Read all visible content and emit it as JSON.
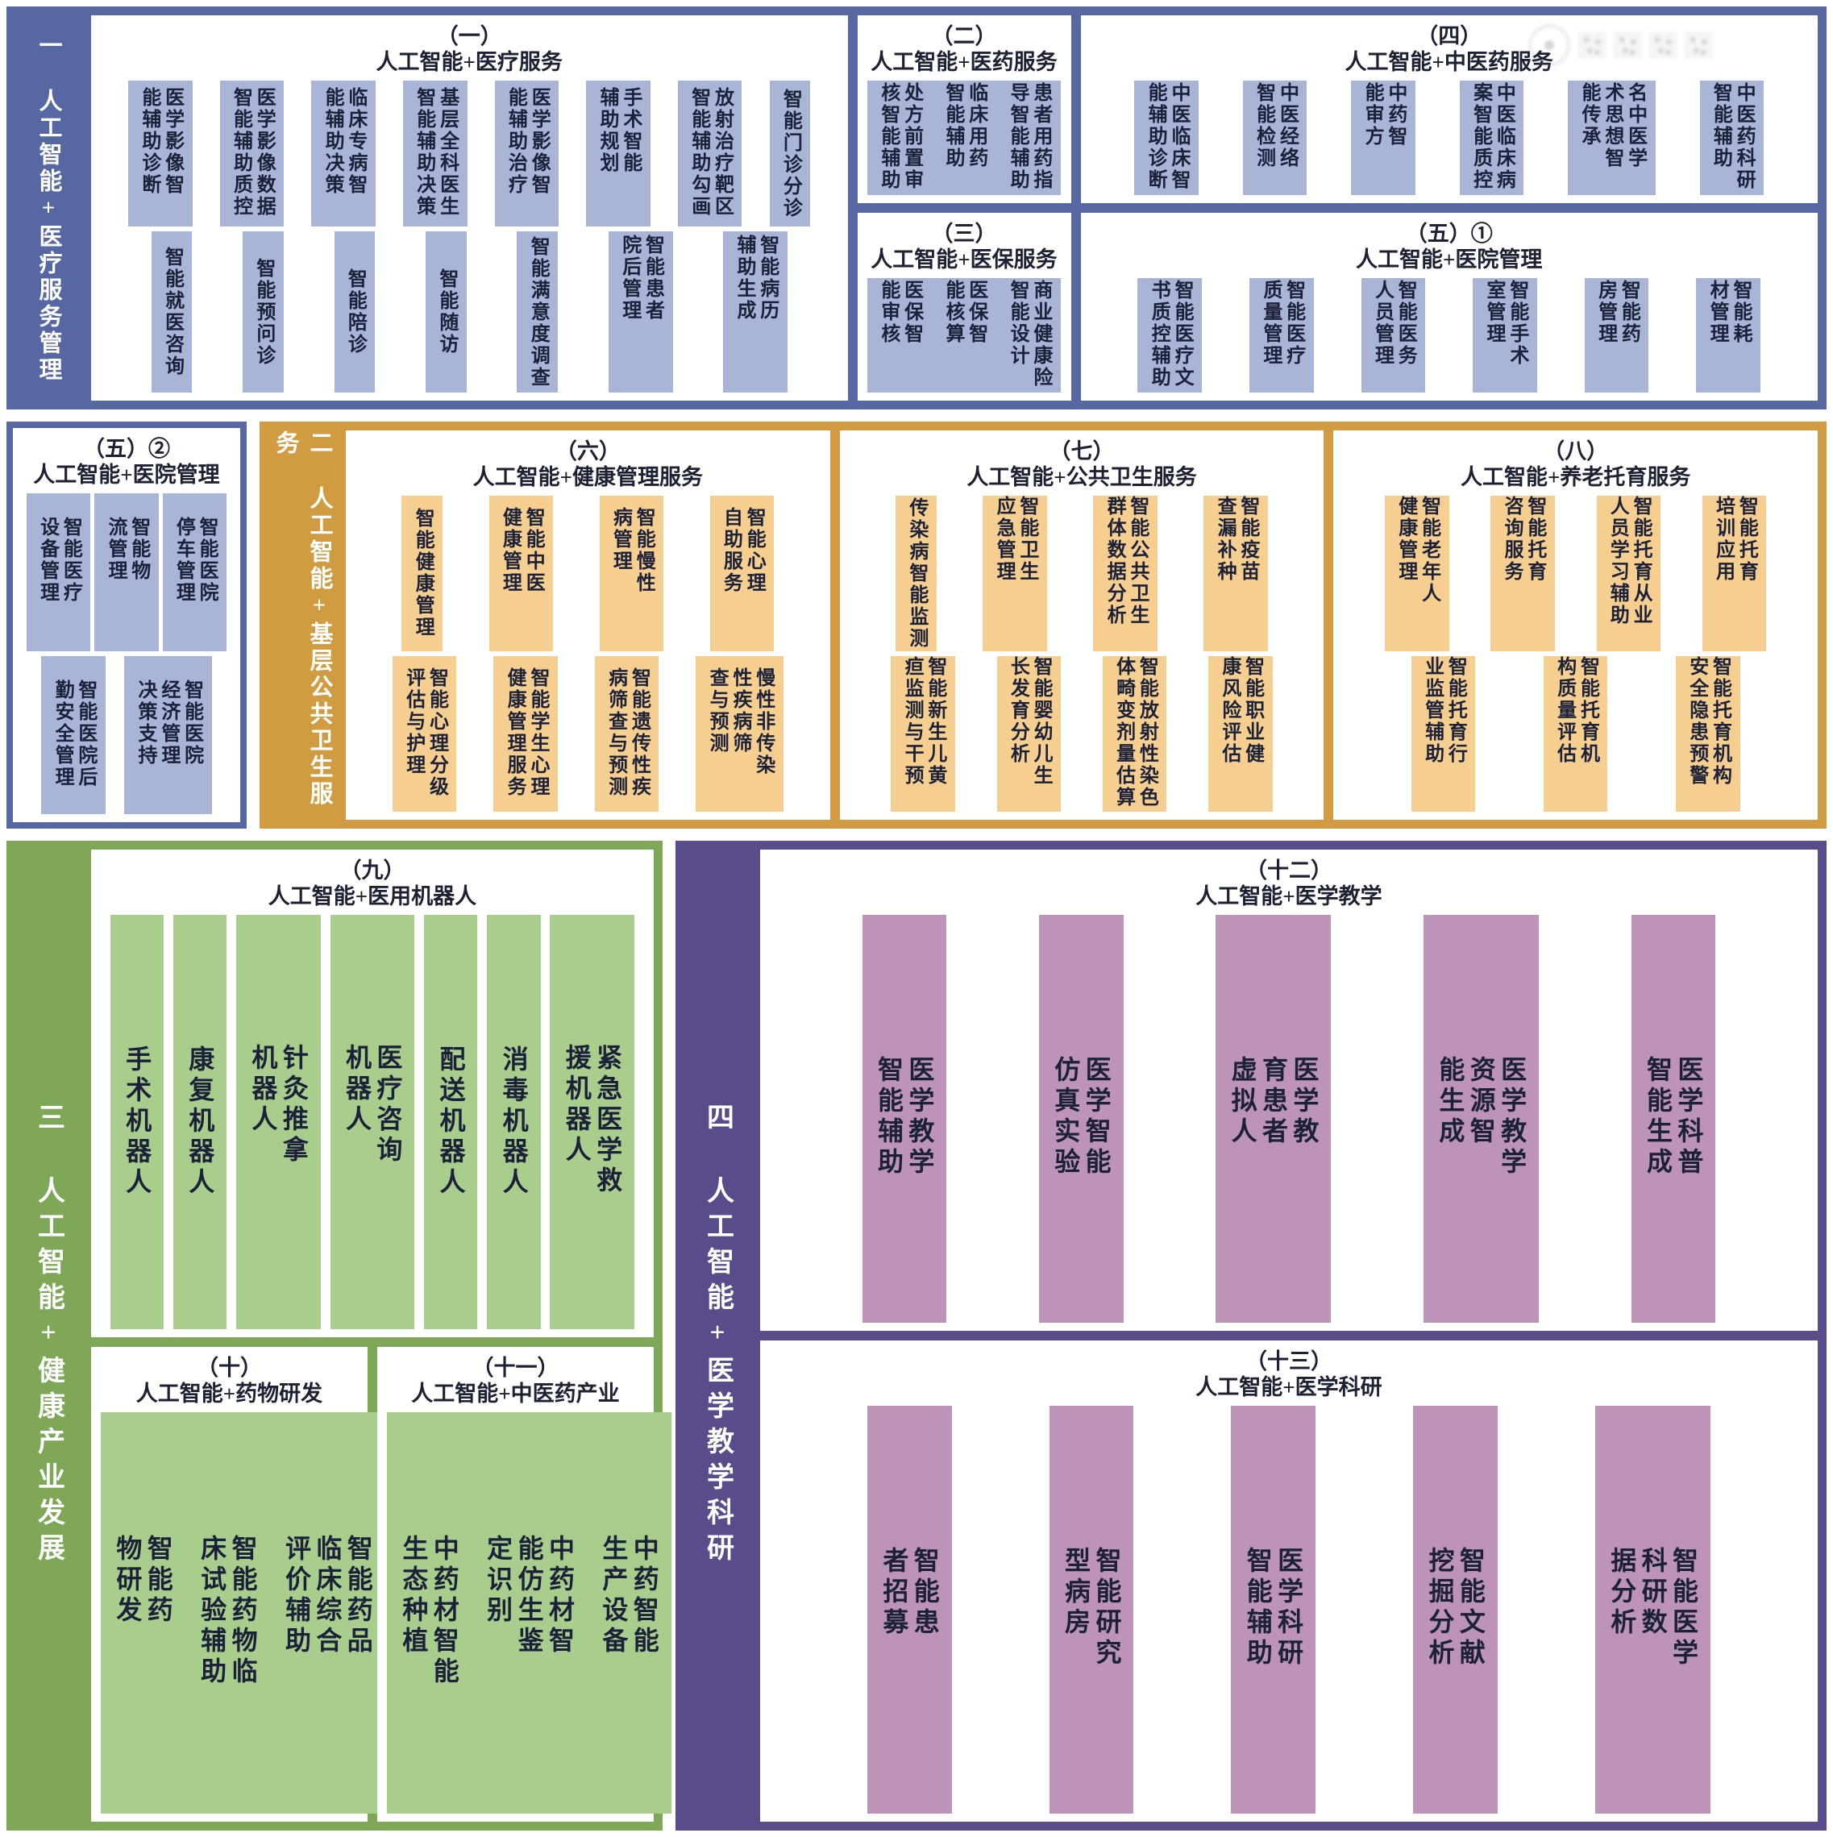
{
  "colors": {
    "section_blue": "#5767a3",
    "item_blue": "#a9b5d6",
    "section_orange": "#d19c41",
    "item_orange": "#f6cf90",
    "section_green": "#7ea857",
    "item_green": "#a9cd8d",
    "section_purple": "#5a4b8b",
    "item_purple": "#bd93b7",
    "panel_background": "#ffffff",
    "text_dark": "#1c2233"
  },
  "watermark": {
    "description": "faint gray circular seal watermark (illegible)"
  },
  "s1": {
    "label": "一 人工智能+医疗服务管理",
    "p1": {
      "num": "（一）",
      "title": "人工智能+医疗服务",
      "r1": [
        "医学影像智能辅助诊断",
        "医学影像数据智能辅助质控",
        "临床专病智能辅助决策",
        "基层全科医生智能辅助决策",
        "医学影像智能辅助治疗",
        "手术智能辅助规划",
        "放射治疗靶区智能辅助勾画",
        "智能门诊分诊"
      ],
      "r2": [
        "智能就医咨询",
        "智能预问诊",
        "智能陪诊",
        "智能随访",
        "智能满意度调查",
        "智能患者院后管理",
        "智能病历辅助生成"
      ]
    },
    "p2": {
      "num": "（二）",
      "title": "人工智能+医药服务",
      "r1": [
        "处方前置审核智能辅助",
        "临床用药智能辅助",
        "患者用药指导智能辅助"
      ]
    },
    "p3": {
      "num": "（三）",
      "title": "人工智能+医保服务",
      "r1": [
        "医保智能审核",
        "医保智能核算",
        "商业健康险智能设计"
      ]
    },
    "p4": {
      "num": "（四）",
      "title": "人工智能+中医药服务",
      "r1": [
        "中医临床智能辅助诊断",
        "中医经络智能检测",
        "中药智能审方",
        "中医临床病案智能质控",
        "名中医学术思想智能传承",
        "中医药科研智能辅助"
      ]
    },
    "p5": {
      "num": "（五）①",
      "title": "人工智能+医院管理",
      "r1": [
        "智能医疗文书质控辅助",
        "智能医疗质量管理",
        "智能医务人员管理",
        "智能手术室管理",
        "智能药房管理",
        "智能耗材管理"
      ]
    }
  },
  "s2": {
    "p1": {
      "num": "（五）②",
      "title": "人工智能+医院管理",
      "r1": [
        "智能医疗设备管理",
        "智能物流管理",
        "智能医院停车管理"
      ],
      "r2": [
        "智能医院后勤安全管理",
        "智能医院经济管理决策支持"
      ]
    }
  },
  "s3": {
    "label": "二 人工智能+基层公共卫生服务",
    "p6": {
      "num": "（六）",
      "title": "人工智能+健康管理服务",
      "r1": [
        "智能健康管理",
        "智能中医健康管理",
        "智能慢性病管理",
        "智能心理自助服务"
      ],
      "r2": [
        "智能心理分级评估与护理",
        "智能学生心理健康管理服务",
        "智能遗传性疾病筛查与预测",
        "慢性非传染性疾病筛查与预测"
      ]
    },
    "p7": {
      "num": "（七）",
      "title": "人工智能+公共卫生服务",
      "r1": [
        "传染病智能监测",
        "智能卫生应急管理",
        "智能公共卫生群体数据分析",
        "智能疫苗查漏补种"
      ],
      "r2": [
        "智能新生儿黄疸监测与干预",
        "智能婴幼儿生长发育分析",
        "智能放射性染色体畸变剂量估算",
        "智能职业健康风险评估"
      ]
    },
    "p8": {
      "num": "（八）",
      "title": "人工智能+养老托育服务",
      "r1": [
        "智能老年人健康管理",
        "智能托育咨询服务",
        "智能托育从业人员学习辅助",
        "智能托育培训应用"
      ],
      "r2": [
        "智能托育行业监管辅助",
        "智能托育机构质量评估",
        "智能托育机构安全隐患预警"
      ]
    }
  },
  "s4": {
    "label": "三 人工智能+健康产业发展",
    "p9": {
      "num": "（九）",
      "title": "人工智能+医用机器人",
      "r1": [
        "手术机器人",
        "康复机器人",
        "针灸推拿机器人",
        "医疗咨询机器人",
        "配送机器人",
        "消毒机器人",
        "紧急医学救援机器人"
      ]
    },
    "p10": {
      "num": "（十）",
      "title": "人工智能+药物研发",
      "r1": [
        "智能药物研发",
        "智能药物临床试验辅助",
        "智能药品临床综合评价辅助"
      ]
    },
    "p11": {
      "num": "（十一）",
      "title": "人工智能+中医药产业",
      "r1": [
        "中药材智能生态种植",
        "中药材智能仿生鉴定识别",
        "中药智能生产设备"
      ]
    }
  },
  "s5": {
    "label": "四 人工智能+医学教学科研",
    "p12": {
      "num": "（十二）",
      "title": "人工智能+医学教学",
      "r1": [
        "医学教学智能辅助",
        "医学智能仿真实验",
        "医学教育患者虚拟人",
        "医学教学资源智能生成",
        "医学科普智能生成"
      ]
    },
    "p13": {
      "num": "（十三）",
      "title": "人工智能+医学科研",
      "r1": [
        "智能患者招募",
        "智能研究型病房",
        "医学科研智能辅助",
        "智能文献挖掘分析",
        "智能医学科研数据分析"
      ]
    }
  }
}
